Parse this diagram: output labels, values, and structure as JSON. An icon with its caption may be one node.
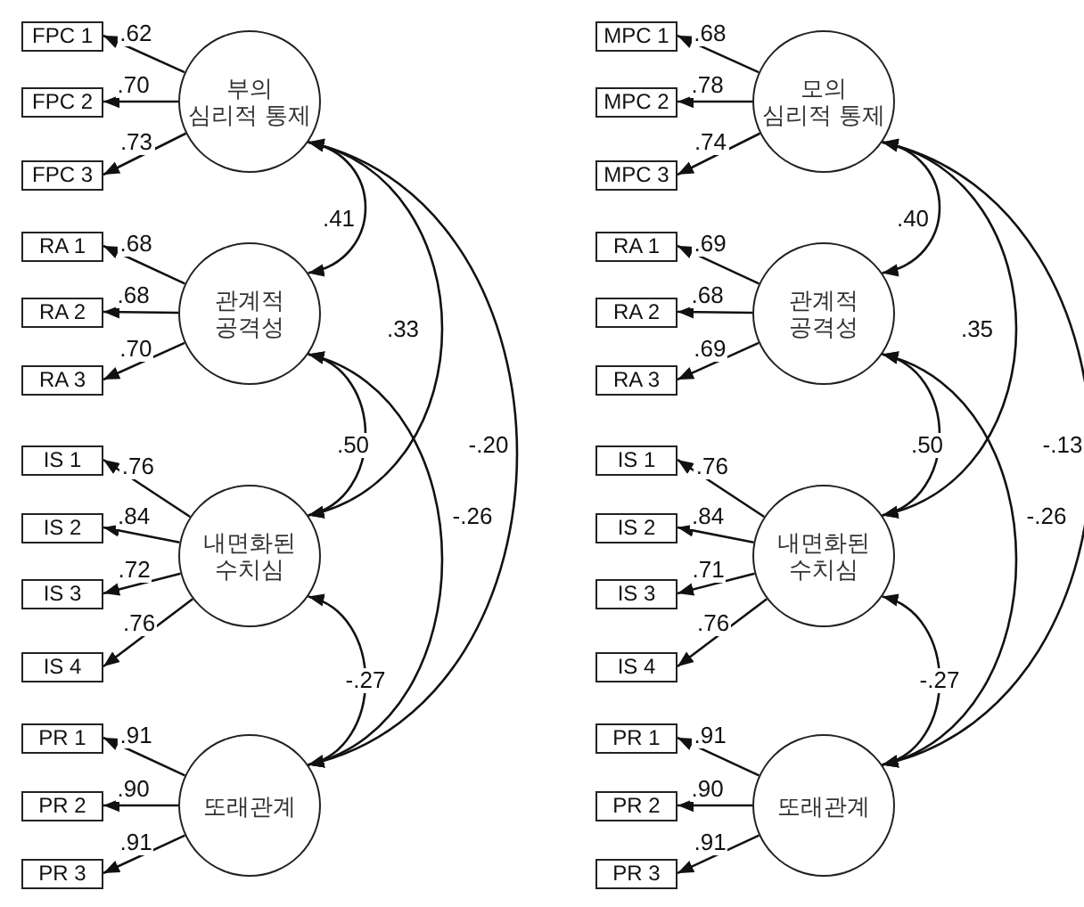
{
  "diagram": {
    "nodes": [
      {
        "text": [
          "FPC 1"
        ]
      },
      {
        "text": [
          "FPC 2"
        ]
      },
      {
        "text": [
          "FPC 3"
        ]
      },
      {
        "text": [
          "부의 심리적 통제"
        ]
      },
      {
        "text": [
          "RA 1"
        ]
      },
      {
        "text": [
          "RA 2"
        ]
      },
      {
        "text": [
          "RA 3"
        ]
      },
      {
        "text": [
          "관계적 공격성"
        ]
      },
      {
        "text": [
          "IS 1"
        ]
      },
      {
        "text": [
          "IS 2"
        ]
      },
      {
        "text": [
          "IS 3"
        ]
      },
      {
        "text": [
          "IS 4"
        ]
      },
      {
        "text": [
          "내면화된 수치심"
        ]
      },
      {
        "text": [
          "PR 1"
        ]
      },
      {
        "text": [
          "PR 2"
        ]
      },
      {
        "text": [
          "PR 3"
        ]
      },
      {
        "text": [
          "또래관계"
        ]
      },
      {
        "text": [
          "MPC 1"
        ]
      },
      {
        "text": [
          "MPC 2"
        ]
      },
      {
        "text": [
          "MPC 3"
        ]
      },
      {
        "text": [
          "모의 심리적 통제"
        ]
      },
      {
        "text": [
          "RA 1"
        ]
      },
      {
        "text": [
          "RA 2"
        ]
      },
      {
        "text": [
          "RA 3"
        ]
      },
      {
        "text": [
          "관계적 공격성"
        ]
      },
      {
        "text": [
          "IS 1"
        ]
      },
      {
        "text": [
          "IS 2"
        ]
      },
      {
        "text": [
          "IS 3"
        ]
      },
      {
        "text": [
          "IS 4"
        ]
      },
      {
        "text": [
          "내면화된 수치심"
        ]
      },
      {
        "text": [
          "PR 1"
        ]
      },
      {
        "text": [
          "PR 2"
        ]
      },
      {
        "text": [
          "PR 3"
        ]
      },
      {
        "text": [
          "또래관계"
        ]
      }
    ],
    "edges": [
      {
        "from": 3,
        "to": 0,
        "arrow": "to",
        "label": ".62"
      },
      {
        "from": 3,
        "to": 1,
        "arrow": "to",
        "label": ".70"
      },
      {
        "from": 3,
        "to": 2,
        "arrow": "to",
        "label": ".73"
      },
      {
        "from": 7,
        "to": 4,
        "arrow": "to",
        "label": ".68"
      },
      {
        "from": 7,
        "to": 5,
        "arrow": "to",
        "label": ".68"
      },
      {
        "from": 7,
        "to": 6,
        "arrow": "to",
        "label": ".70"
      },
      {
        "from": 12,
        "to": 8,
        "arrow": "to",
        "label": ".76"
      },
      {
        "from": 12,
        "to": 9,
        "arrow": "to",
        "label": ".84"
      },
      {
        "from": 12,
        "to": 10,
        "arrow": "to",
        "label": ".72"
      },
      {
        "from": 12,
        "to": 11,
        "arrow": "to",
        "label": ".76"
      },
      {
        "from": 16,
        "to": 13,
        "arrow": "to",
        "label": ".91"
      },
      {
        "from": 16,
        "to": 14,
        "arrow": "to",
        "label": ".90"
      },
      {
        "from": 16,
        "to": 15,
        "arrow": "to",
        "label": ".91"
      },
      {
        "from": 3,
        "to": 7,
        "arrow": "both",
        "label": ".41"
      },
      {
        "from": 3,
        "to": 12,
        "arrow": "both",
        "label": ".33"
      },
      {
        "from": 3,
        "to": 16,
        "arrow": "both",
        "label": "-.20"
      },
      {
        "from": 7,
        "to": 12,
        "arrow": "both",
        "label": ".50"
      },
      {
        "from": 7,
        "to": 16,
        "arrow": "both",
        "label": "-.26"
      },
      {
        "from": 12,
        "to": 16,
        "arrow": "both",
        "label": "-.27"
      },
      {
        "from": 20,
        "to": 17,
        "arrow": "to",
        "label": ".68"
      },
      {
        "from": 20,
        "to": 18,
        "arrow": "to",
        "label": ".78"
      },
      {
        "from": 20,
        "to": 19,
        "arrow": "to",
        "label": ".74"
      },
      {
        "from": 24,
        "to": 21,
        "arrow": "to",
        "label": ".69"
      },
      {
        "from": 24,
        "to": 22,
        "arrow": "to",
        "label": ".68"
      },
      {
        "from": 24,
        "to": 23,
        "arrow": "to",
        "label": ".69"
      },
      {
        "from": 29,
        "to": 25,
        "arrow": "to",
        "label": ".76"
      },
      {
        "from": 29,
        "to": 26,
        "arrow": "to",
        "label": ".84"
      },
      {
        "from": 29,
        "to": 27,
        "arrow": "to",
        "label": ".71"
      },
      {
        "from": 29,
        "to": 28,
        "arrow": "to",
        "label": ".76"
      },
      {
        "from": 33,
        "to": 30,
        "arrow": "to",
        "label": ".91"
      },
      {
        "from": 33,
        "to": 31,
        "arrow": "to",
        "label": ".90"
      },
      {
        "from": 33,
        "to": 32,
        "arrow": "to",
        "label": ".91"
      },
      {
        "from": 20,
        "to": 24,
        "arrow": "both",
        "label": ".40"
      },
      {
        "from": 20,
        "to": 29,
        "arrow": "both",
        "label": ".35"
      },
      {
        "from": 20,
        "to": 33,
        "arrow": "both",
        "label": "-.13"
      },
      {
        "from": 24,
        "to": 29,
        "arrow": "both",
        "label": ".50"
      },
      {
        "from": 24,
        "to": 33,
        "arrow": "both",
        "label": "-.26"
      },
      {
        "from": 29,
        "to": 33,
        "arrow": "both",
        "label": "-.27"
      }
    ]
  }
}
